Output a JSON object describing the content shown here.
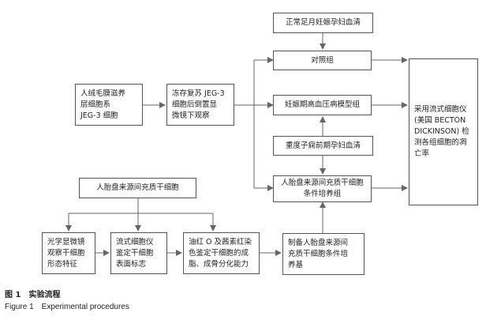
{
  "nodes": {
    "normal_serum": "正常足月妊娠孕妇血清",
    "control": "对照组",
    "cell_line": "人绒毛膜滋养\n层细胞系\nJEG-3 细胞",
    "thaw": "冻存复苏 JEG-3\n细胞后倒置显\n微镜下观察",
    "model": "妊娠期高血压病模型组",
    "flow": "采用流式细胞仪\n(美国 BECTON\nDICKINSON) 检\n测各组细胞的凋\n亡率",
    "severe_serum": "重度子痫前期孕妇血清",
    "cond_group": "人胎盘来源间充质干细胞\n条件培养组",
    "stem_cell": "人胎盘来源间充质干细胞",
    "optical": "光学显微镜\n观察干细胞\n形态特征",
    "flow_id": "流式细胞仪\n鉴定干细胞\n表面标志",
    "stain": "油红 O 及茜素红染\n色鉴定干细胞的成\n脂、成骨分化能力",
    "prep": "制备人胎盘来源间\n充质干细胞条件培\n养基"
  },
  "caption": {
    "cn": "图 1　实验流程",
    "en": "Figure 1　Experimental procedures"
  }
}
